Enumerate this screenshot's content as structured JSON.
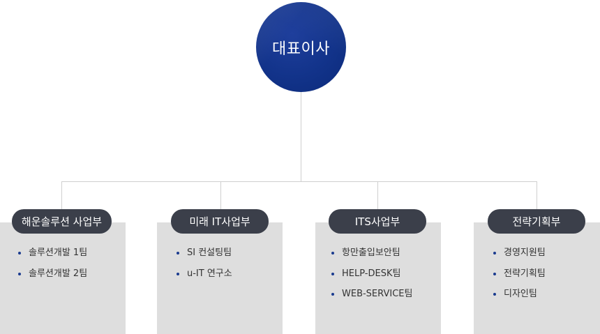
{
  "ceo": {
    "label": "대표이사"
  },
  "departments": [
    {
      "name": "해운솔루션 사업부",
      "teams": [
        "솔루션개발 1팀",
        "솔루션개발 2팀"
      ]
    },
    {
      "name": "미래 IT사업부",
      "teams": [
        "SI 컨설팅팀",
        "u-IT 연구소"
      ]
    },
    {
      "name": "ITS사업부",
      "teams": [
        "항만출입보안팀",
        "HELP-DESK팀",
        "WEB-SERVICE팀"
      ]
    },
    {
      "name": "전략기획부",
      "teams": [
        "경영지원팀",
        "전략기획팀",
        "디자인팀"
      ]
    }
  ],
  "colors": {
    "ceo_circle": "#12338a",
    "dept_label_bg": "#3b3f4a",
    "dept_box_bg": "#dedede",
    "connector": "#cfcfcf",
    "bullet": "#1a3b8f"
  }
}
